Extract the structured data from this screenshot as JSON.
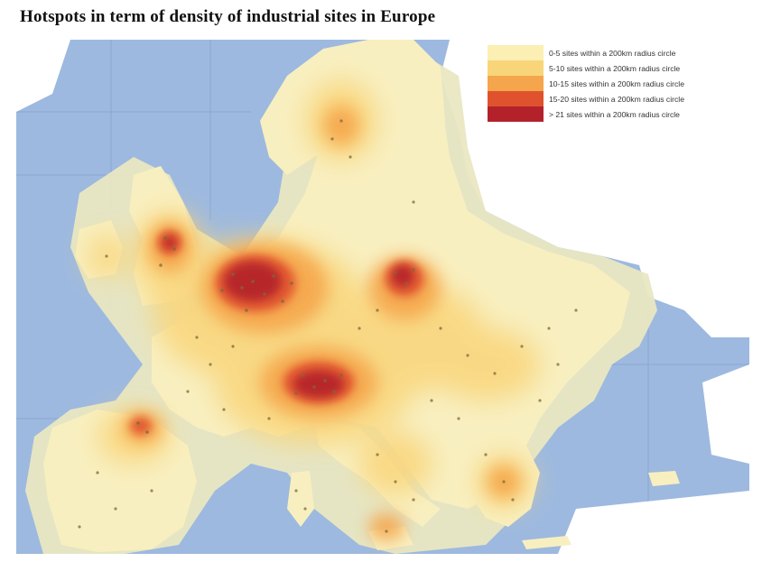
{
  "title": "Hotspots in term of density of industrial sites in Europe",
  "legend": {
    "items": [
      {
        "label": "0-5 sites within a 200km radius circle",
        "color": "#fbefb3"
      },
      {
        "label": "5-10 sites within a 200km radius circle",
        "color": "#f9d57a"
      },
      {
        "label": "10-15 sites within a 200km radius circle",
        "color": "#f5a64c"
      },
      {
        "label": "15-20 sites within a 200km radius circle",
        "color": "#e0522e"
      },
      {
        "label": "> 21 sites within a 200km radius circle",
        "color": "#b3222b"
      }
    ]
  },
  "colors": {
    "sea": "#9db9df",
    "land_base": "#f6eec4",
    "halo": "#e9e7c2",
    "plain_land": "#ffffff",
    "site_marker": "#7a6a3a"
  }
}
